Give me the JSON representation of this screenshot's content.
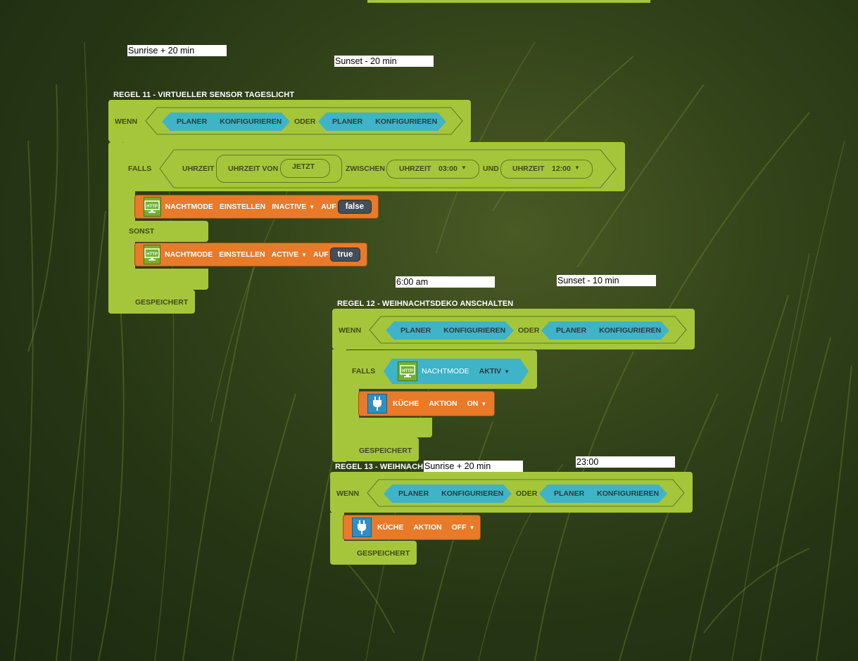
{
  "notes": {
    "sunrise_plus_20_a": "Sunrise + 20 min",
    "sunset_minus_20": "Sunset - 20 min",
    "six_am": "6:00 am",
    "sunset_minus_10": "Sunset - 10 min",
    "sunrise_plus_20_b": "Sunrise + 20 min",
    "time_2300": "23:00"
  },
  "rule11": {
    "title": "REGEL 11 - VIRTUELLER SENSOR TAGESLICHT",
    "wenn": "WENN",
    "planer1": "PLANER",
    "konfig1": "KONFIGURIEREN",
    "oder": "ODER",
    "planer2": "PLANER",
    "konfig2": "KONFIGURIEREN",
    "falls": "FALLS",
    "uhrzeit": "UHRZEIT",
    "uhrzeit_von": "UHRZEIT VON",
    "jetzt": "JETZT",
    "zwischen": "ZWISCHEN",
    "uhrzeit_a": "UHRZEIT",
    "time_a": "03:00",
    "und": "UND",
    "uhrzeit_b": "UHRZEIT",
    "time_b": "12:00",
    "action1": {
      "device": "NACHTMODE",
      "verb": "EINSTELLEN",
      "state": "INACTIVE",
      "auf": "AUF",
      "value": "false"
    },
    "sonst": "SONST",
    "action2": {
      "device": "NACHTMODE",
      "verb": "EINSTELLEN",
      "state": "ACTIVE",
      "auf": "AUF",
      "value": "true"
    },
    "saved": "GESPEICHERT"
  },
  "rule12": {
    "title": "REGEL 12 - WEIHNACHTSDEKO ANSCHALTEN",
    "wenn": "WENN",
    "planer1": "PLANER",
    "konfig1": "KONFIGURIEREN",
    "oder": "ODER",
    "planer2": "PLANER",
    "konfig2": "KONFIGURIEREN",
    "falls": "FALLS",
    "cond_device": "NACHTMODE",
    "cond_state": "AKTIV",
    "action": {
      "device": "KÜCHE",
      "verb": "AKTION",
      "state": "ON"
    },
    "saved": "GESPEICHERT"
  },
  "rule13": {
    "title": "REGEL 13 - WEIHNACH",
    "wenn": "WENN",
    "planer1": "PLANER",
    "konfig1": "KONFIGURIEREN",
    "oder": "ODER",
    "planer2": "PLANER",
    "konfig2": "KONFIGURIEREN",
    "action": {
      "device": "KÜCHE",
      "verb": "AKTION",
      "state": "OFF"
    },
    "saved": "GESPEICHERT"
  },
  "icons": {
    "http": "http-device-icon",
    "plug": "plug-icon",
    "caret": "dropdown-caret-icon"
  },
  "colors": {
    "block_green": "#a5c63b",
    "scheduler_cyan": "#3fb3c8",
    "action_orange": "#e87a2a",
    "value_pill": "#454d57"
  }
}
